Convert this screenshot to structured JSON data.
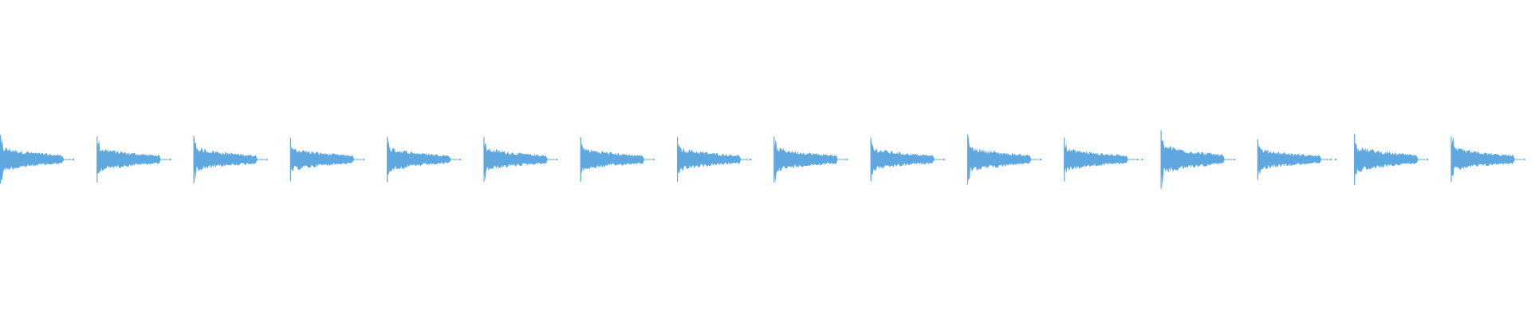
{
  "waveform": {
    "color": "#5fa8df",
    "beat_count": 16,
    "peak_amplitude": [
      0.58,
      0.55,
      0.56,
      0.52,
      0.54,
      0.53,
      0.53,
      0.54,
      0.55,
      0.52,
      0.6,
      0.52,
      0.7,
      0.48,
      0.61,
      0.54
    ],
    "tail_dot_count": [
      1,
      1,
      1,
      1,
      1,
      1,
      1,
      1,
      1,
      1,
      1,
      2,
      1,
      2,
      1,
      1
    ]
  }
}
